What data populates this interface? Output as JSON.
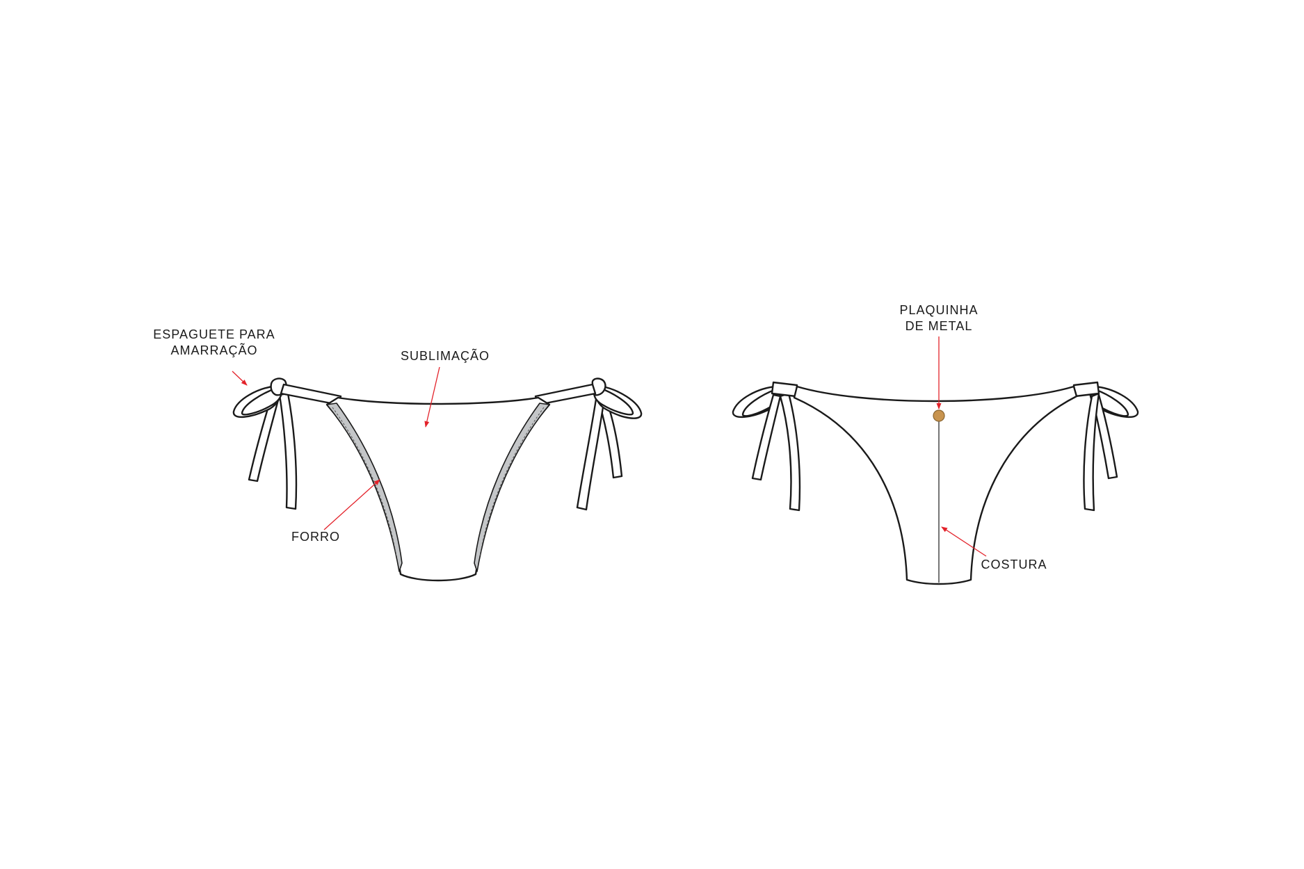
{
  "colors": {
    "leader": "#e3222a",
    "ink": "#1a1a1a",
    "lining": "#c4c6c8",
    "metal_plate": "#c8944f"
  },
  "front_view": {
    "labels": {
      "tie_strings_line1": "ESPAGUETE PARA",
      "tie_strings_line2": "AMARRAÇÃO",
      "sublimation": "SUBLIMAÇÃO",
      "lining": "FORRO"
    }
  },
  "back_view": {
    "labels": {
      "metal_plate_line1": "PLAQUINHA",
      "metal_plate_line2": "DE METAL",
      "seam": "COSTURA"
    }
  }
}
